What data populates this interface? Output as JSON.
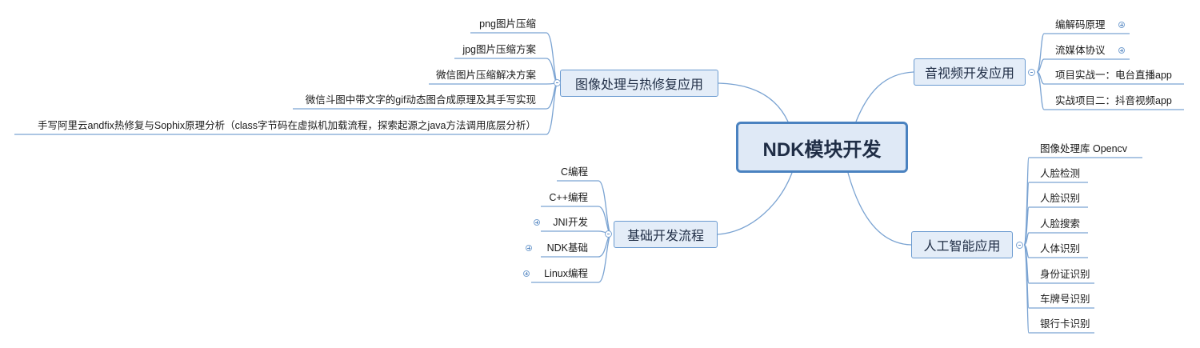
{
  "central": {
    "label": "NDK模块开发"
  },
  "branches": {
    "image": {
      "label": "图像处理与热修复应用",
      "items": [
        {
          "label": "png图片压缩"
        },
        {
          "label": "jpg图片压缩方案"
        },
        {
          "label": "微信图片压缩解决方案"
        },
        {
          "label": "微信斗图中带文字的gif动态图合成原理及其手写实现"
        },
        {
          "label": "手写阿里云andfix热修复与Sophix原理分析（class字节码在虚拟机加载流程，探索起源之java方法调用底层分析）"
        }
      ]
    },
    "basic": {
      "label": "基础开发流程",
      "items": [
        {
          "label": "C编程",
          "expandable": false
        },
        {
          "label": "C++编程",
          "expandable": false
        },
        {
          "label": "JNI开发",
          "expandable": true
        },
        {
          "label": "NDK基础",
          "expandable": true
        },
        {
          "label": "Linux编程",
          "expandable": true
        }
      ]
    },
    "av": {
      "label": "音视频开发应用",
      "items": [
        {
          "label": "编解码原理",
          "expandable": true
        },
        {
          "label": "流媒体协议",
          "expandable": true
        },
        {
          "label": "项目实战一：电台直播app",
          "expandable": false
        },
        {
          "label": "实战项目二：抖音视频app",
          "expandable": false
        }
      ]
    },
    "ai": {
      "label": "人工智能应用",
      "items": [
        {
          "label": "图像处理库 Opencv"
        },
        {
          "label": "人脸检测"
        },
        {
          "label": "人脸识别"
        },
        {
          "label": "人脸搜索"
        },
        {
          "label": "人体识别"
        },
        {
          "label": "身份证识别"
        },
        {
          "label": "车牌号识别"
        },
        {
          "label": "银行卡识别"
        }
      ]
    }
  },
  "colors": {
    "line": "#7aa3d2",
    "node_border": "#6a9ad0",
    "node_fill": "#e4edf8",
    "central_border": "#4a82c0",
    "central_fill": "#dfe9f6"
  }
}
